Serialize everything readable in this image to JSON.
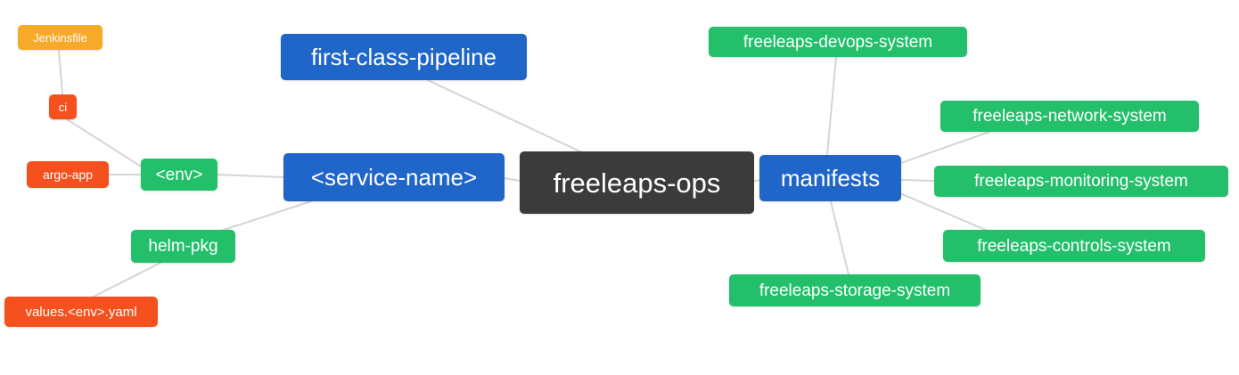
{
  "diagram": {
    "type": "mindmap",
    "root_label": "freeleaps-ops",
    "colors": {
      "blue": "#2065c8",
      "green": "#23bf6b",
      "red": "#f4511e",
      "orange": "#f7a928",
      "dark": "#3b3b3b",
      "edge": "#d5d5d5",
      "text": "#ffffff",
      "background": "#ffffff"
    },
    "nodes": [
      {
        "id": "jenkinsfile",
        "label": "Jenkinsfile",
        "color": "orange"
      },
      {
        "id": "ci",
        "label": "ci",
        "color": "red"
      },
      {
        "id": "argo-app",
        "label": "argo-app",
        "color": "red"
      },
      {
        "id": "env",
        "label": "<env>",
        "color": "green"
      },
      {
        "id": "helm-pkg",
        "label": "helm-pkg",
        "color": "green"
      },
      {
        "id": "values-env-yaml",
        "label": "values.<env>.yaml",
        "color": "red"
      },
      {
        "id": "first-class-pipeline",
        "label": "first-class-pipeline",
        "color": "blue"
      },
      {
        "id": "service-name",
        "label": "<service-name>",
        "color": "blue"
      },
      {
        "id": "freeleaps-ops",
        "label": "freeleaps-ops",
        "color": "dark"
      },
      {
        "id": "manifests",
        "label": "manifests",
        "color": "blue"
      },
      {
        "id": "freeleaps-devops-system",
        "label": "freeleaps-devops-system",
        "color": "green"
      },
      {
        "id": "freeleaps-network-system",
        "label": "freeleaps-network-system",
        "color": "green"
      },
      {
        "id": "freeleaps-monitoring-system",
        "label": "freeleaps-monitoring-system",
        "color": "green"
      },
      {
        "id": "freeleaps-controls-system",
        "label": "freeleaps-controls-system",
        "color": "green"
      },
      {
        "id": "freeleaps-storage-system",
        "label": "freeleaps-storage-system",
        "color": "green"
      }
    ],
    "edges": [
      [
        "jenkinsfile",
        "ci"
      ],
      [
        "ci",
        "env"
      ],
      [
        "argo-app",
        "env"
      ],
      [
        "env",
        "service-name"
      ],
      [
        "helm-pkg",
        "service-name"
      ],
      [
        "values-env-yaml",
        "helm-pkg"
      ],
      [
        "first-class-pipeline",
        "freeleaps-ops"
      ],
      [
        "service-name",
        "freeleaps-ops"
      ],
      [
        "freeleaps-ops",
        "manifests"
      ],
      [
        "manifests",
        "freeleaps-devops-system"
      ],
      [
        "manifests",
        "freeleaps-network-system"
      ],
      [
        "manifests",
        "freeleaps-monitoring-system"
      ],
      [
        "manifests",
        "freeleaps-controls-system"
      ],
      [
        "manifests",
        "freeleaps-storage-system"
      ]
    ]
  }
}
